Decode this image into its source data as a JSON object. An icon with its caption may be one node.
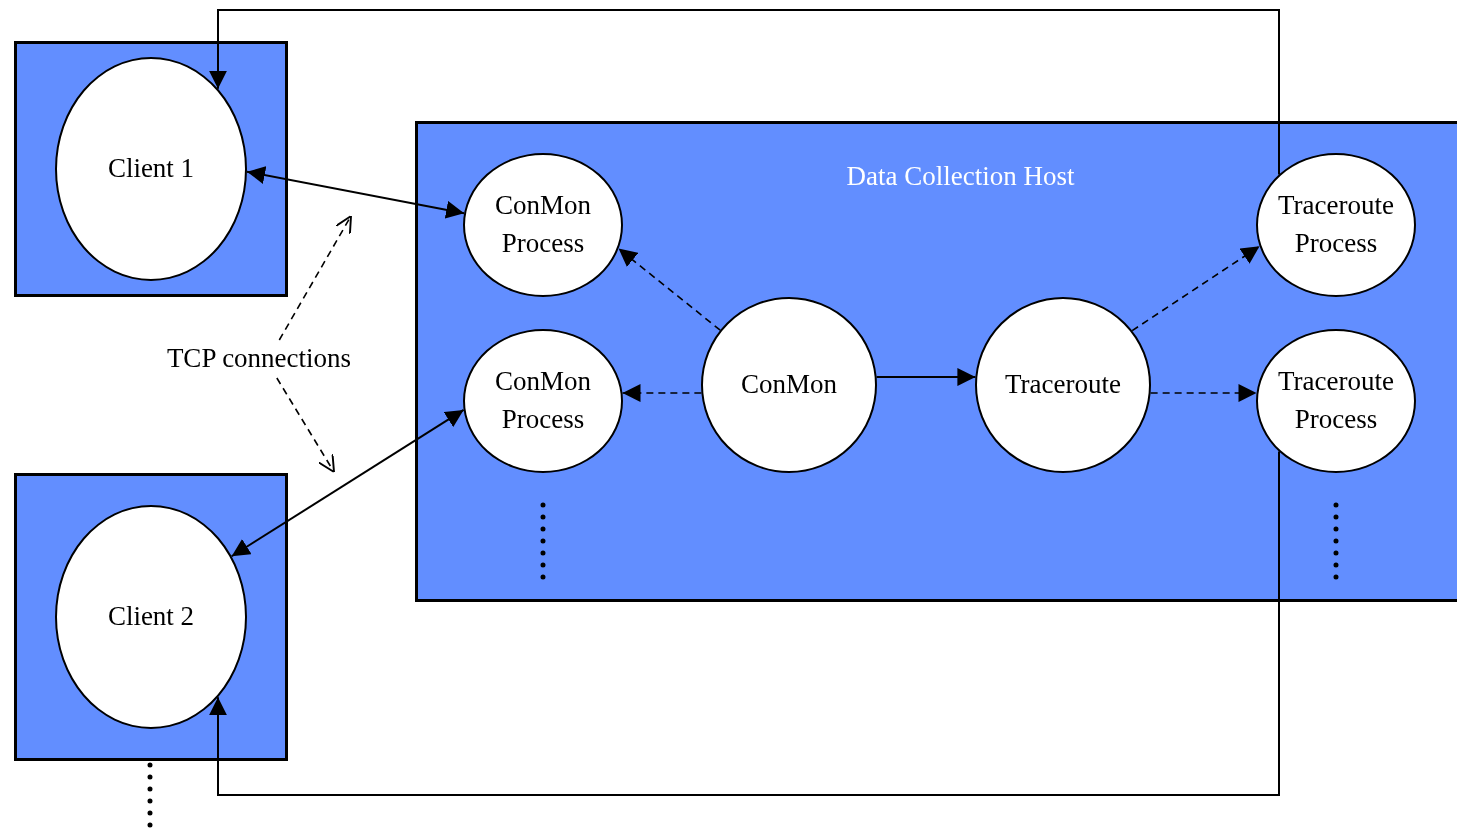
{
  "diagram": {
    "nodes": [
      {
        "text": [],
        "shape": "box"
      },
      {
        "text": [
          "Client 1"
        ],
        "in": 0
      },
      {
        "text": [],
        "shape": "box"
      },
      {
        "text": [
          "Client 2"
        ],
        "in": 2
      },
      {
        "text": [
          "Data Collection Host"
        ]
      },
      {
        "text": [
          "ConMon Process"
        ],
        "in": 4
      },
      {
        "text": [
          "ConMon Process"
        ],
        "in": 4
      },
      {
        "text": [
          "ConMon"
        ],
        "in": 4
      },
      {
        "text": [
          "Traceroute"
        ],
        "in": 4
      },
      {
        "text": [
          "Traceroute Process"
        ],
        "in": 4
      },
      {
        "text": [
          "Traceroute Process"
        ],
        "in": 4
      },
      {
        "text": [
          "TCP connections"
        ]
      }
    ],
    "edges": [
      {
        "from": 1,
        "to": 5,
        "arrow": "both"
      },
      {
        "from": 6,
        "to": 3,
        "arrow": "both"
      },
      {
        "from": 7,
        "to": 5,
        "arrow": "to",
        "style": "dashed"
      },
      {
        "from": 7,
        "to": 6,
        "arrow": "to",
        "style": "dashed"
      },
      {
        "from": 7,
        "to": 8,
        "arrow": "to"
      },
      {
        "from": 8,
        "to": 9,
        "arrow": "to",
        "style": "dashed"
      },
      {
        "from": 8,
        "to": 10,
        "arrow": "to",
        "style": "dashed"
      },
      {
        "from": 9,
        "to": 1,
        "arrow": "to"
      },
      {
        "from": 10,
        "to": 3,
        "arrow": "to"
      },
      {
        "from": 11,
        "to": null,
        "arrow": "to",
        "style": "dashed"
      },
      {
        "from": 11,
        "to": null,
        "arrow": "to",
        "style": "dashed"
      }
    ]
  }
}
